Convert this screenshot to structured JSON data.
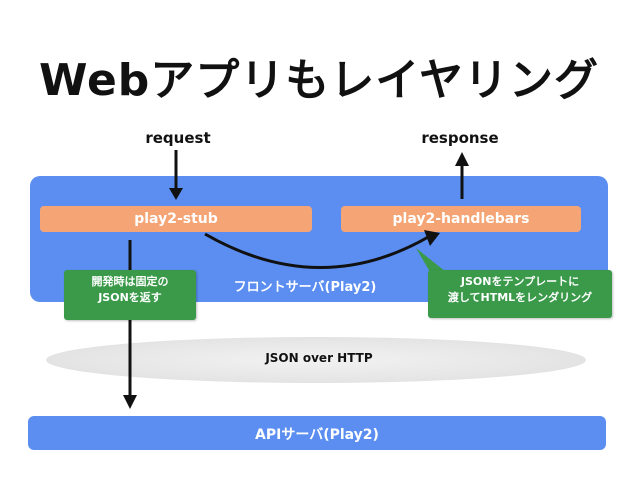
{
  "title": "Webアプリもレイヤリング",
  "labels": {
    "request": "request",
    "response": "response"
  },
  "front_server": {
    "label": "フロントサーバ(Play2)",
    "stub": "play2-stub",
    "handlebars": "play2-handlebars"
  },
  "notes": {
    "dev_note_line1": "開発時は固定の",
    "dev_note_line2": "JSONを返す",
    "render_note_line1": "JSONをテンプレートに",
    "render_note_line2": "渡してHTMLをレンダリング"
  },
  "transport": "JSON over HTTP",
  "api_server": "APIサーバ(Play2)",
  "colors": {
    "server_blue": "#5b8ef0",
    "module_orange": "#f5a575",
    "note_green": "#3a9a4a"
  }
}
